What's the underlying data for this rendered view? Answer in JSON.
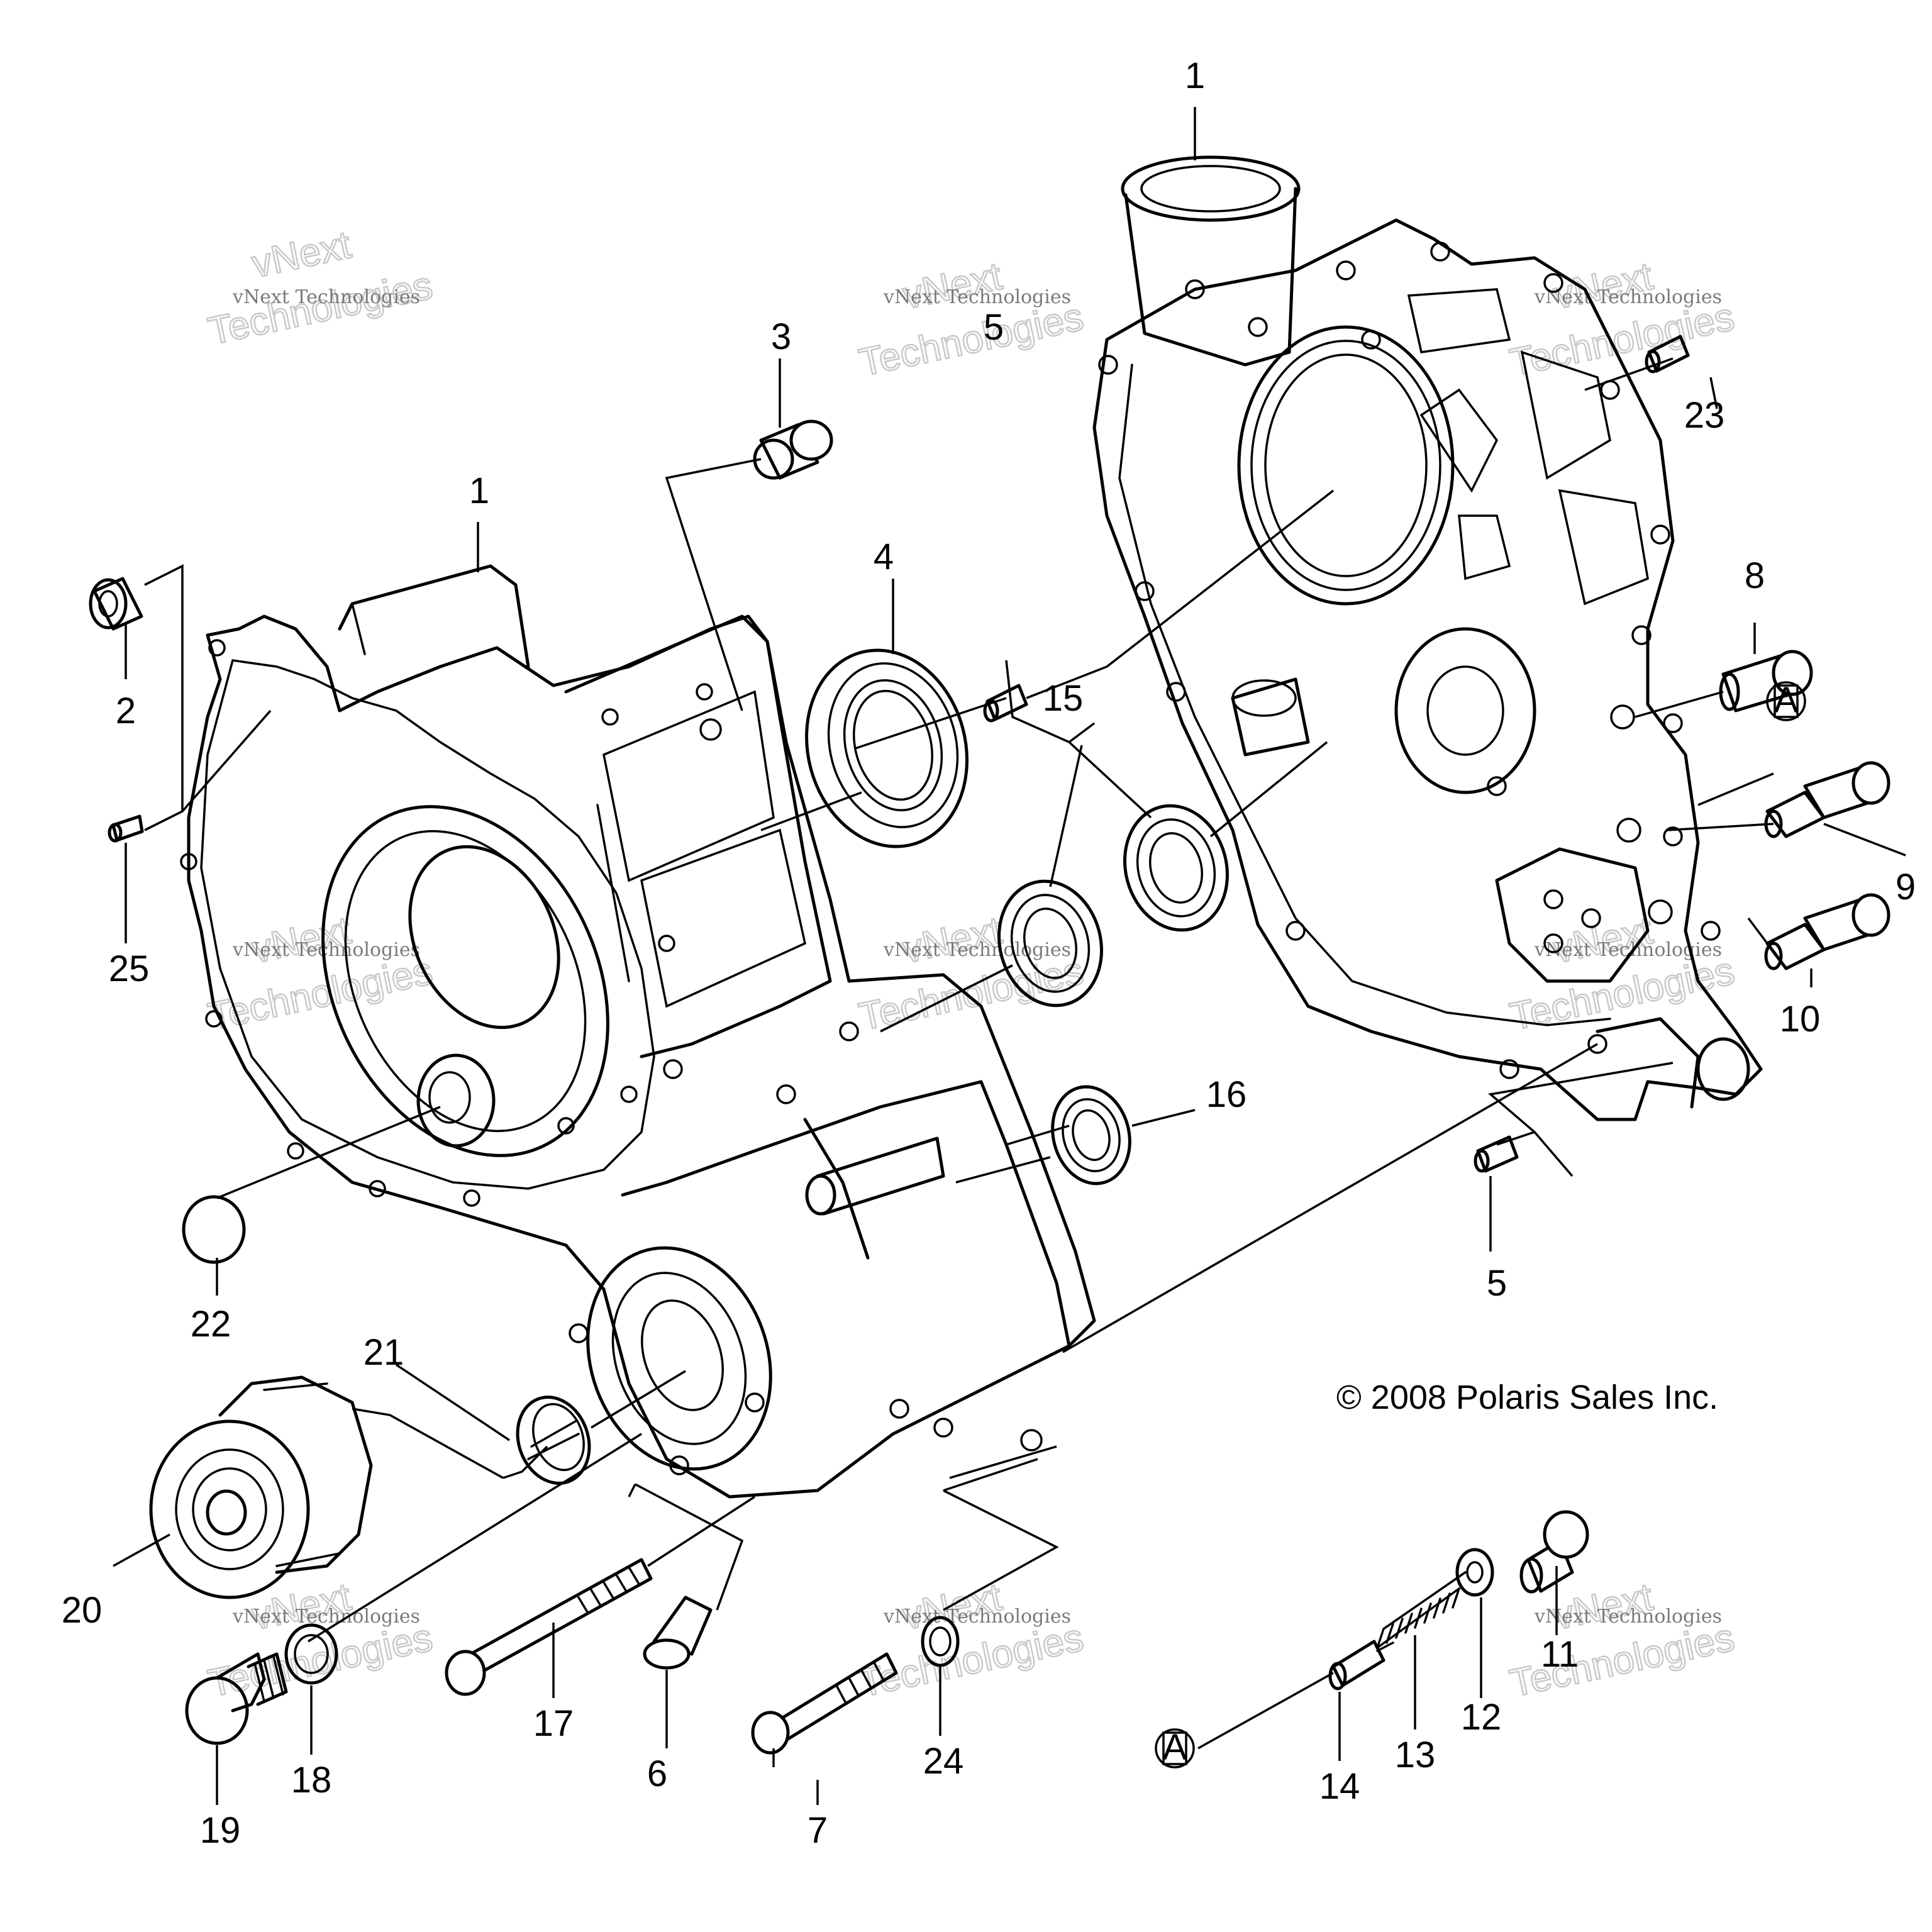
{
  "callouts": {
    "c1_left": "1",
    "c1_right": "1",
    "c2": "2",
    "c3": "3",
    "c4": "4",
    "c5_top": "5",
    "c5_bottom": "5",
    "c6": "6",
    "c7": "7",
    "c8": "8",
    "c9": "9",
    "c10": "10",
    "c11": "11",
    "c12": "12",
    "c13": "13",
    "c14": "14",
    "c15": "15",
    "c16": "16",
    "c17": "17",
    "c18": "18",
    "c19": "19",
    "c20": "20",
    "c21": "21",
    "c22": "22",
    "c23": "23",
    "c24": "24",
    "c25": "25",
    "marker_a_top": "A",
    "marker_a_bottom": "A"
  },
  "copyright": "© 2008  Polaris Sales Inc.",
  "watermark": {
    "line1": "vNext Technologies",
    "line2": "vNext",
    "line3": "Technologies"
  }
}
